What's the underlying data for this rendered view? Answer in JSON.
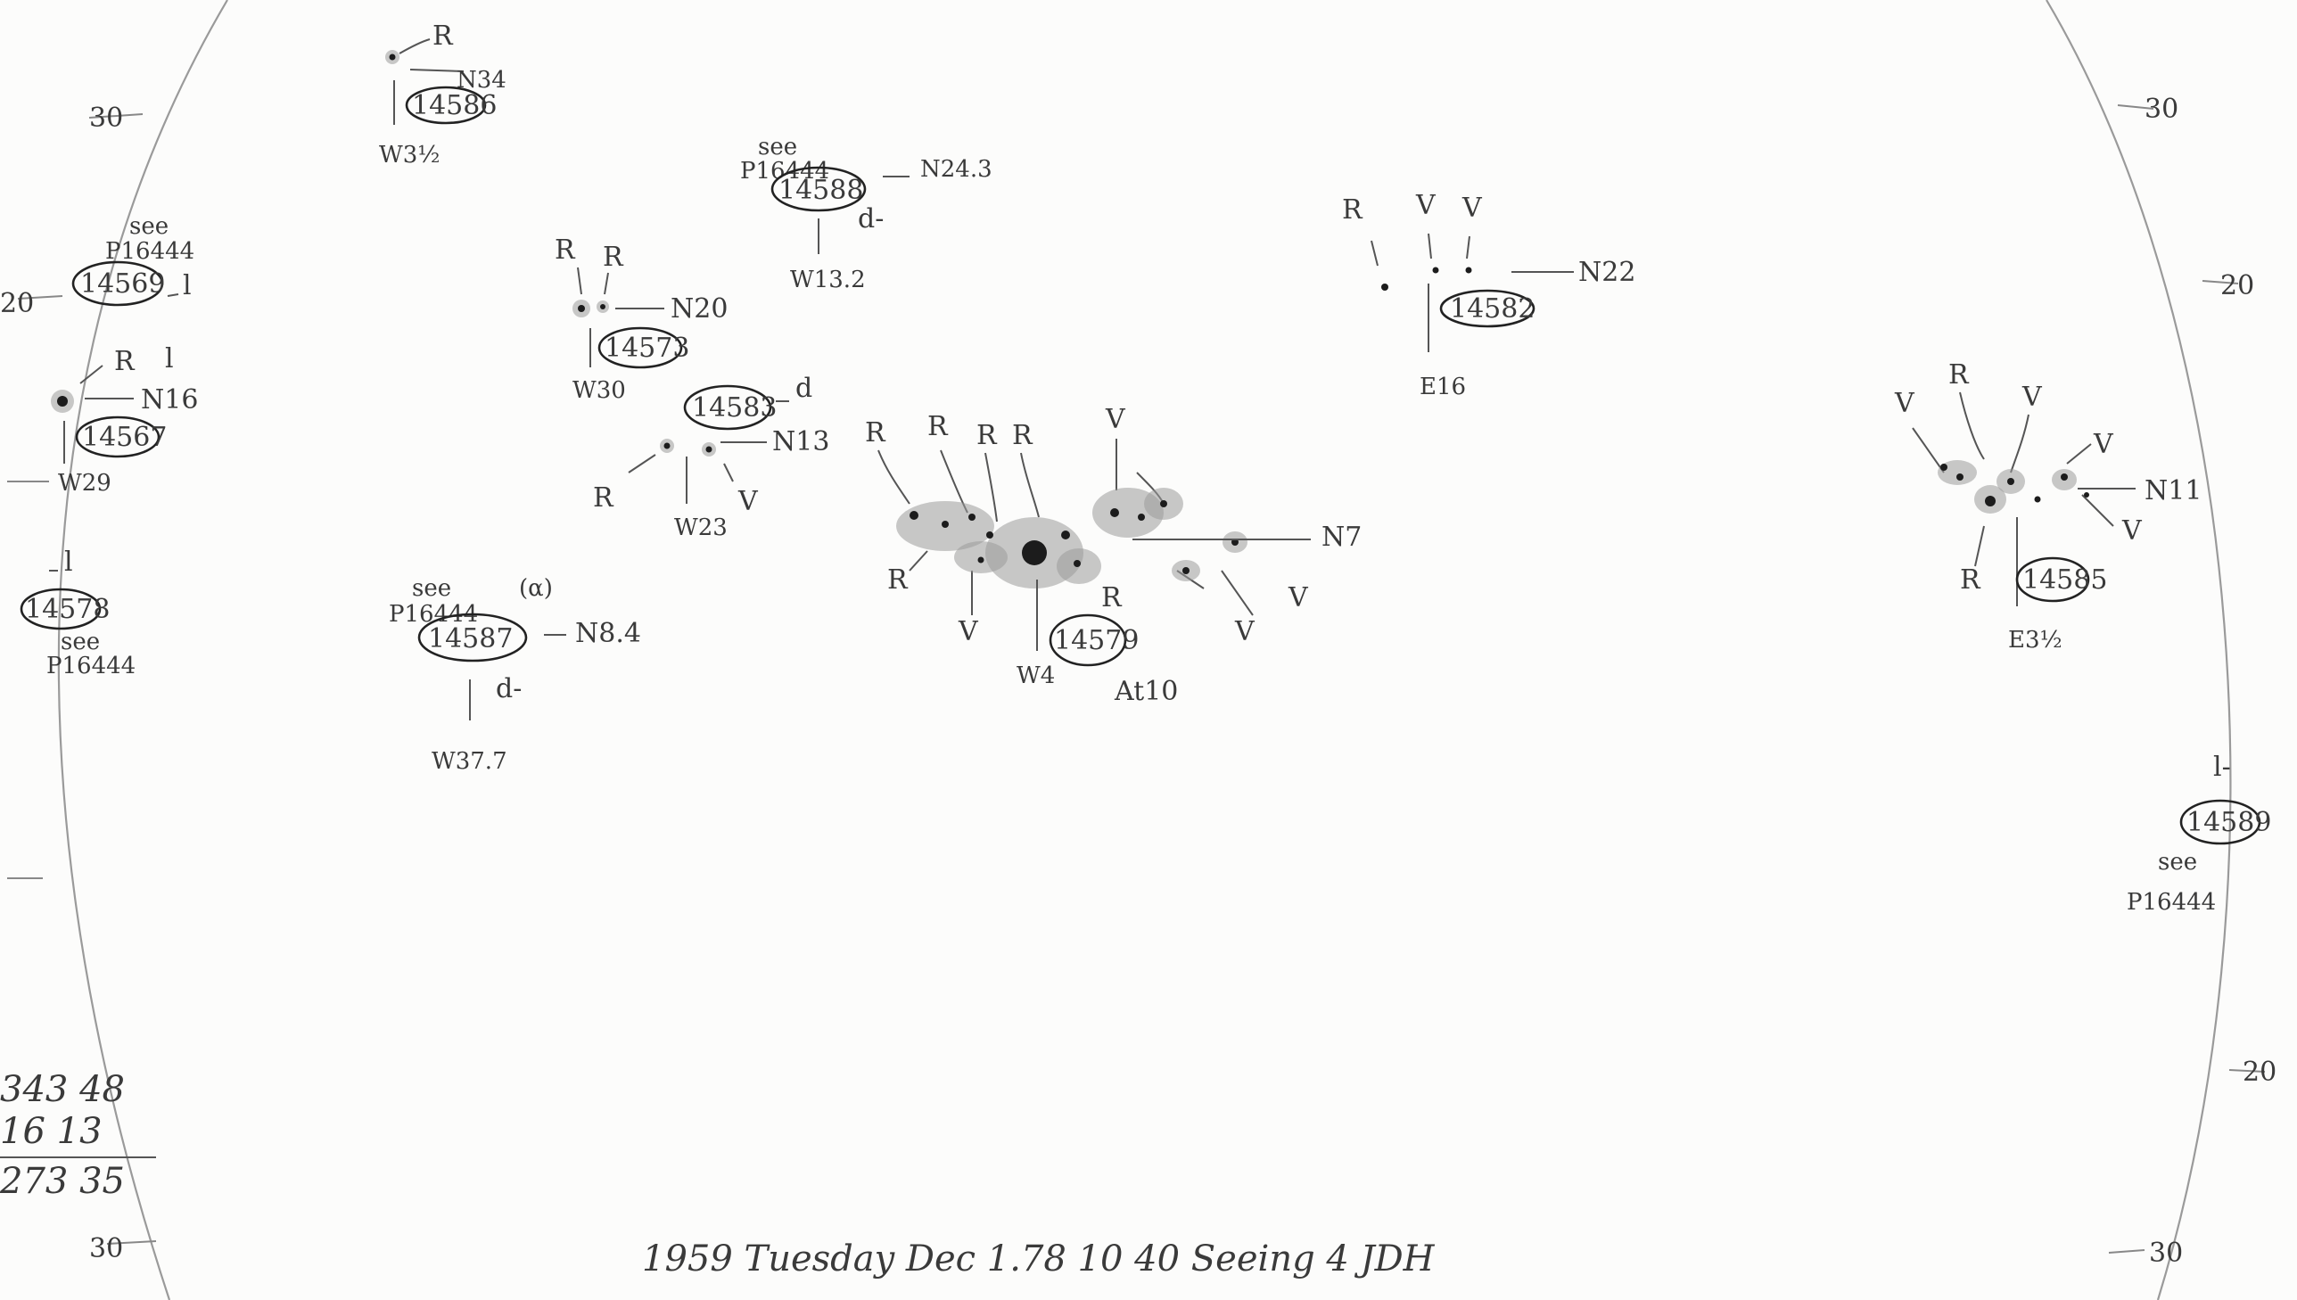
{
  "drawing": {
    "colors": {
      "paper": "#fcfcfb",
      "pencil": "#3a3a3a",
      "rim": "#9a9a9a"
    },
    "limb_labels": {
      "left_top": "30",
      "left_mid": "20",
      "left_bottom": "30",
      "right_top": "30",
      "right_upper": "20",
      "right_lower": "20",
      "right_bottom": "30"
    },
    "groups": [
      {
        "id": "g14586",
        "number": "14586",
        "polarity": [
          "R"
        ],
        "north": "N34",
        "west": "W3½"
      },
      {
        "id": "g14588",
        "number": "14588",
        "see": "see",
        "ref": "P16444",
        "north": "N24.3",
        "west": "W13.2",
        "class": "d-"
      },
      {
        "id": "g14569",
        "number": "14569",
        "see": "see",
        "ref": "P16444",
        "class": "l"
      },
      {
        "id": "g14567",
        "number": "14567",
        "polarity": [
          "R",
          "l"
        ],
        "north": "N16",
        "west": "W29"
      },
      {
        "id": "g14573",
        "number": "14573",
        "polarity": [
          "R",
          "R"
        ],
        "north": "N20",
        "west": "W30"
      },
      {
        "id": "g14583",
        "number": "14583",
        "polarity": [
          "R",
          "V"
        ],
        "north": "N13",
        "west": "W23",
        "class": "d"
      },
      {
        "id": "g14578",
        "number": "14578",
        "see": "see",
        "ref": "P16444",
        "class": "l"
      },
      {
        "id": "g14587",
        "number": "14587",
        "see": "see",
        "ref": "P16444",
        "note": "(α)",
        "north": "N8.4",
        "west": "W37.7",
        "class": "d-"
      },
      {
        "id": "g14579",
        "number": "14579",
        "polarity": [
          "R",
          "R",
          "R",
          "R",
          "R",
          "V",
          "V",
          "V",
          "V",
          "R"
        ],
        "north": "N7",
        "west": "W4",
        "extra": "At10"
      },
      {
        "id": "g14582",
        "number": "14582",
        "polarity": [
          "R",
          "V",
          "V"
        ],
        "north": "N22",
        "east": "E16"
      },
      {
        "id": "g14585",
        "number": "14585",
        "polarity": [
          "V",
          "R",
          "V",
          "V",
          "V",
          "R"
        ],
        "north": "N11",
        "east": "E3½"
      },
      {
        "id": "g14589",
        "number": "14589",
        "see": "see",
        "ref": "P16444",
        "class": "l-"
      }
    ],
    "margin_sum": {
      "line1": "343 48",
      "line2": "16 13",
      "line3": "273 35"
    },
    "footer": "1959 Tuesday Dec 1.78  10 40  Seeing 4  JDH"
  }
}
